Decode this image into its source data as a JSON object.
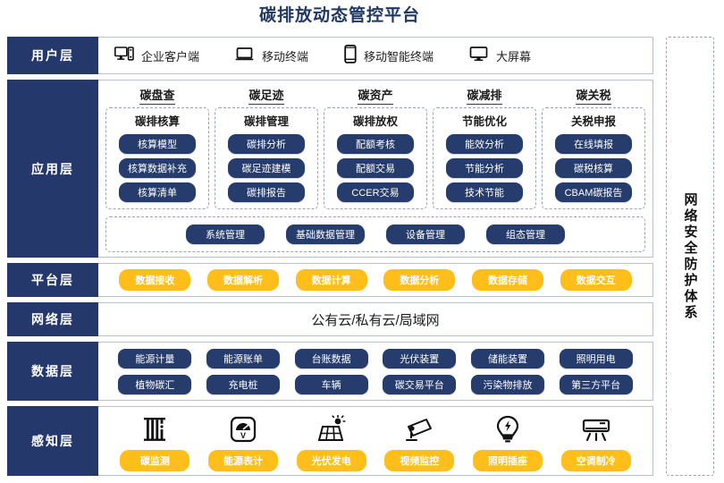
{
  "title": "碳排放动态管控平台",
  "colors": {
    "navy": "#25386b",
    "navy_pill": "#263c6d",
    "yellow": "#ffbe1a",
    "border": "#b7bfd2",
    "title_color": "#1f3864"
  },
  "security_panel": {
    "label": "网络安全防护体系"
  },
  "layers": {
    "user": {
      "label": "用户层",
      "items": [
        {
          "icon": "desktop-tower-icon",
          "label": "企业客户端"
        },
        {
          "icon": "laptop-icon",
          "label": "移动终端"
        },
        {
          "icon": "smartphone-icon",
          "label": "移动智能终端"
        },
        {
          "icon": "monitor-icon",
          "label": "大屏幕"
        }
      ]
    },
    "application": {
      "label": "应用层",
      "columns": [
        {
          "title": "碳盘查",
          "box_title": "碳排核算",
          "items": [
            "核算模型",
            "核算数据补充",
            "核算清单"
          ]
        },
        {
          "title": "碳足迹",
          "box_title": "碳排管理",
          "items": [
            "碳排分析",
            "碳足迹建模",
            "碳排报告"
          ]
        },
        {
          "title": "碳资产",
          "box_title": "碳排放权",
          "items": [
            "配额考核",
            "配额交易",
            "CCER交易"
          ]
        },
        {
          "title": "碳减排",
          "box_title": "节能优化",
          "items": [
            "能效分析",
            "节能分析",
            "技术节能"
          ]
        },
        {
          "title": "碳关税",
          "box_title": "关税申报",
          "items": [
            "在线填报",
            "碳税核算",
            "CBAM碳报告"
          ]
        }
      ],
      "bottom_items": [
        "系统管理",
        "基础数据管理",
        "设备管理",
        "组态管理"
      ]
    },
    "platform": {
      "label": "平台层",
      "items": [
        "数据接收",
        "数据解析",
        "数据计算",
        "数据分析",
        "数据存储",
        "数据交互"
      ]
    },
    "network": {
      "label": "网络层",
      "text": "公有云/私有云/局域网"
    },
    "data": {
      "label": "数据层",
      "row1": [
        "能源计量",
        "能源账单",
        "台账数据",
        "光伏装置",
        "储能装置",
        "照明用电"
      ],
      "row2": [
        "植物碳汇",
        "充电桩",
        "车辆",
        "碳交易平台",
        "污染物排放",
        "第三方平台"
      ]
    },
    "perception": {
      "label": "感知层",
      "items": [
        {
          "icon": "carbon-monitor-icon",
          "label": "碳监测"
        },
        {
          "icon": "energy-meter-icon",
          "label": "能源表计"
        },
        {
          "icon": "solar-panel-icon",
          "label": "光伏发电"
        },
        {
          "icon": "cctv-camera-icon",
          "label": "视频监控"
        },
        {
          "icon": "lightbulb-icon",
          "label": "照明插座"
        },
        {
          "icon": "air-conditioner-icon",
          "label": "空调制冷"
        }
      ]
    }
  }
}
